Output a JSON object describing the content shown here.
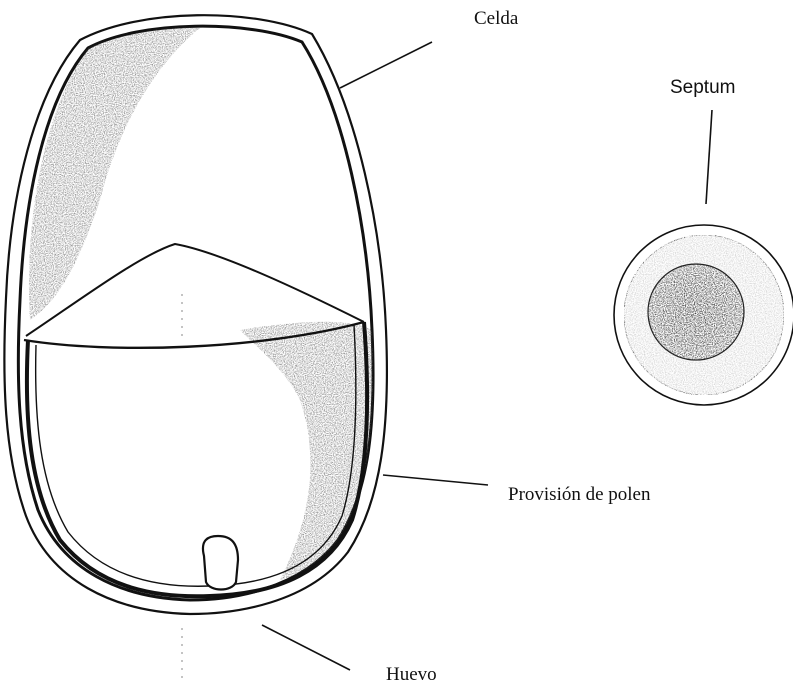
{
  "labels": {
    "celda": "Celda",
    "septum": "Septum",
    "provision": "Provisión de polen",
    "huevo": "Huevo"
  },
  "colors": {
    "ink": "#111111",
    "stipple": "#555555",
    "dark_core": "#2a2a2a",
    "background": "#ffffff"
  }
}
